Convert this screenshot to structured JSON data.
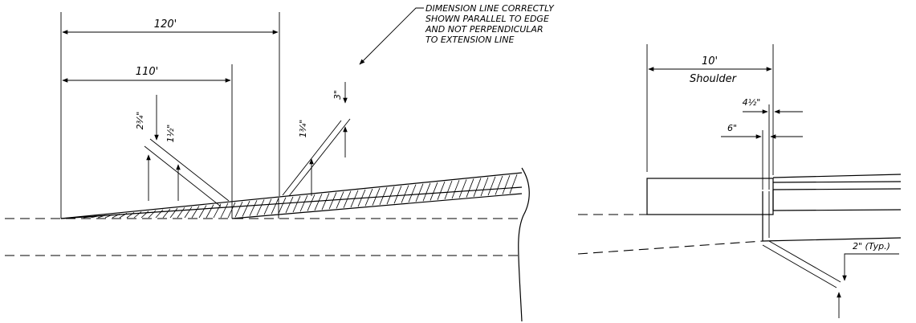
{
  "left_detail": {
    "dim_overall": "120'",
    "dim_inner": "110'",
    "dim_left_upper": "2¾\"",
    "dim_left_lower": "1½\"",
    "dim_right_upper": "3\"",
    "dim_right_lower": "1¾\"",
    "note_lines": [
      "DIMENSION LINE CORRECTLY",
      "SHOWN PARALLEL TO EDGE",
      "AND NOT PERPENDICULAR",
      "TO EXTENSION LINE"
    ]
  },
  "right_detail": {
    "dim_width": "10'",
    "dim_width_label": "Shoulder",
    "dim_offset_a": "4½\"",
    "dim_offset_b": "6\"",
    "dim_typical": "2\" (Typ.)"
  }
}
